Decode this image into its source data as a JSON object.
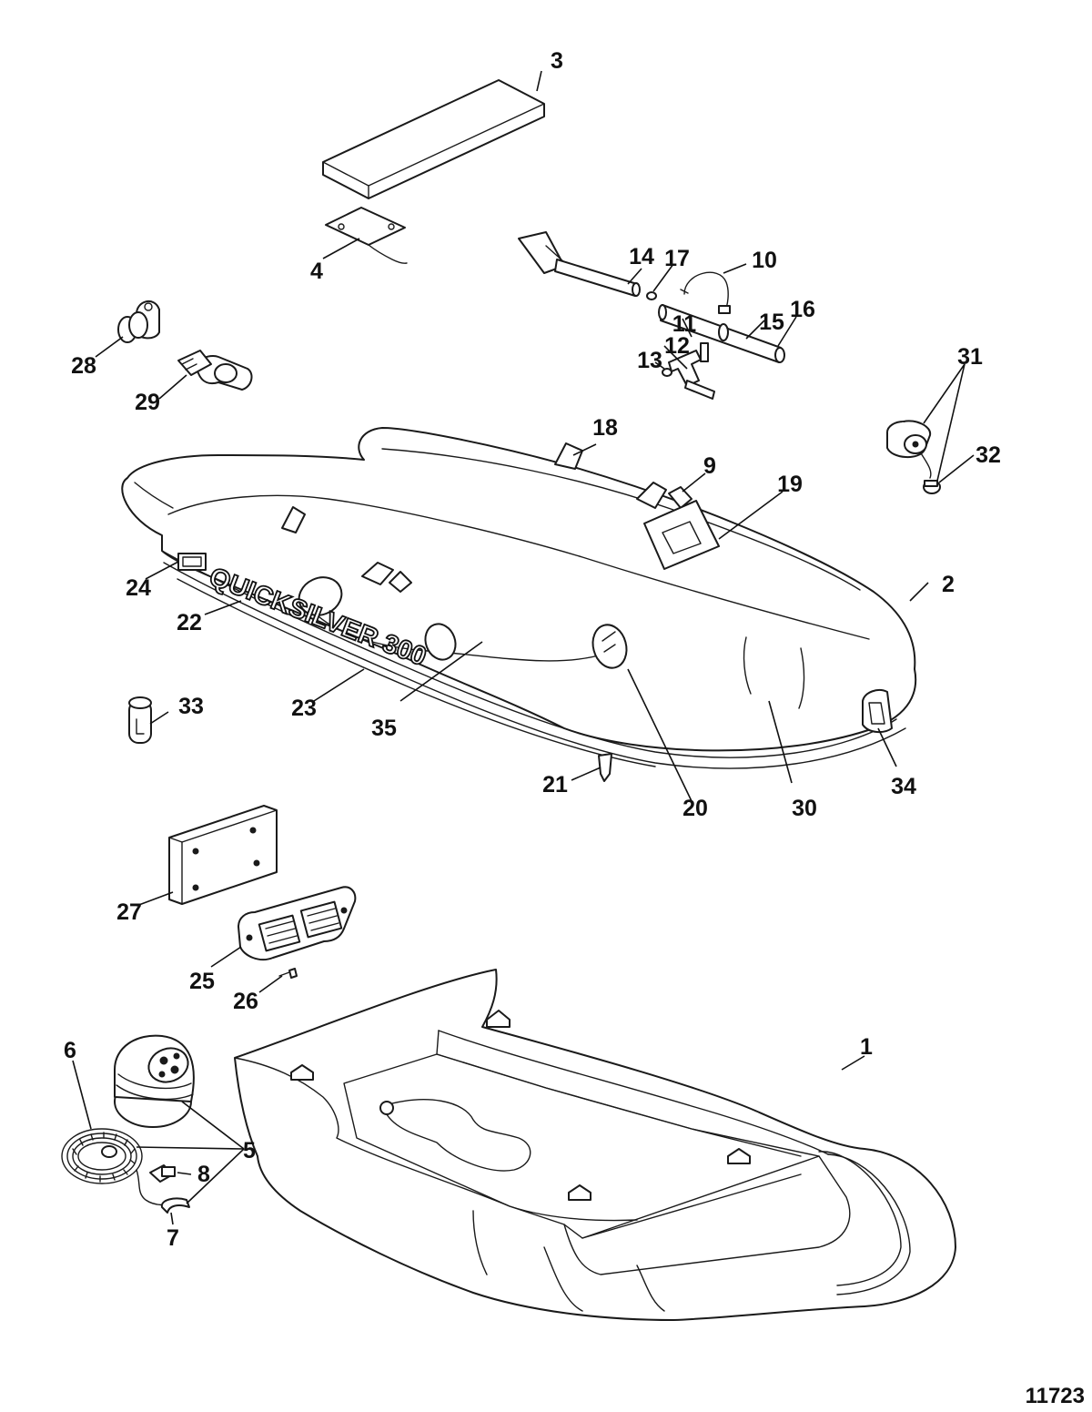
{
  "figure": {
    "number": "11723",
    "boat_lettering": "QUICKSILVER 300"
  },
  "callouts": [
    {
      "id": "c1",
      "label": "1"
    },
    {
      "id": "c2",
      "label": "2"
    },
    {
      "id": "c3",
      "label": "3"
    },
    {
      "id": "c4",
      "label": "4"
    },
    {
      "id": "c5",
      "label": "5"
    },
    {
      "id": "c6",
      "label": "6"
    },
    {
      "id": "c7",
      "label": "7"
    },
    {
      "id": "c8",
      "label": "8"
    },
    {
      "id": "c9",
      "label": "9"
    },
    {
      "id": "c10",
      "label": "10"
    },
    {
      "id": "c11",
      "label": "11"
    },
    {
      "id": "c12",
      "label": "12"
    },
    {
      "id": "c13",
      "label": "13"
    },
    {
      "id": "c14",
      "label": "14"
    },
    {
      "id": "c15",
      "label": "15"
    },
    {
      "id": "c16",
      "label": "16"
    },
    {
      "id": "c17",
      "label": "17"
    },
    {
      "id": "c18",
      "label": "18"
    },
    {
      "id": "c19",
      "label": "19"
    },
    {
      "id": "c20",
      "label": "20"
    },
    {
      "id": "c21",
      "label": "21"
    },
    {
      "id": "c22",
      "label": "22"
    },
    {
      "id": "c23",
      "label": "23"
    },
    {
      "id": "c24",
      "label": "24"
    },
    {
      "id": "c25",
      "label": "25"
    },
    {
      "id": "c26",
      "label": "26"
    },
    {
      "id": "c27",
      "label": "27"
    },
    {
      "id": "c28",
      "label": "28"
    },
    {
      "id": "c29",
      "label": "29"
    },
    {
      "id": "c30",
      "label": "30"
    },
    {
      "id": "c31",
      "label": "31"
    },
    {
      "id": "c32",
      "label": "32"
    },
    {
      "id": "c33",
      "label": "33"
    },
    {
      "id": "c34",
      "label": "34"
    },
    {
      "id": "c35",
      "label": "35"
    }
  ]
}
